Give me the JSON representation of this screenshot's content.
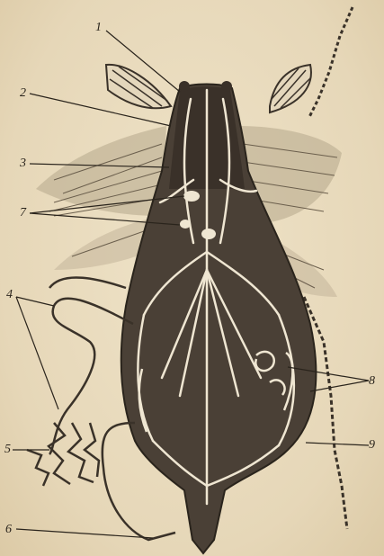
{
  "labels": {
    "l1": "1",
    "l2": "2",
    "l3": "3",
    "l4": "4",
    "l5": "5",
    "l6": "6",
    "l7": "7",
    "l8": "8",
    "l9": "9"
  },
  "colors": {
    "paper": "#e9dcc0",
    "ink": "#2a241c",
    "body_dark": "#4a4036",
    "vessel": "#efe6d2"
  }
}
